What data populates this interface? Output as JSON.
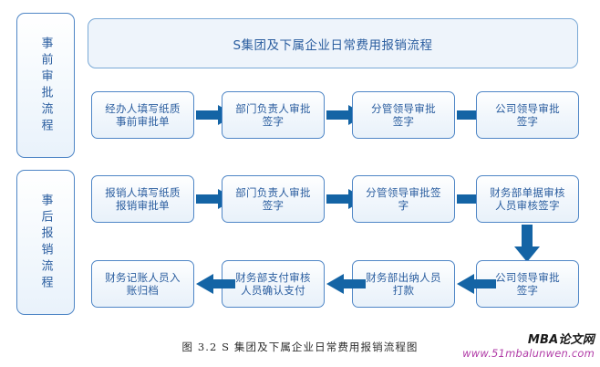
{
  "figure": {
    "caption": "图 3.2 S 集团及下属企业日常费用报销流程图",
    "banner_title": "S集团及下属企业日常费用报销流程"
  },
  "colors": {
    "box_border": "#4f86c6",
    "box_text": "#2a5d9f",
    "box_fill": "#eef4fb",
    "arrow": "#1464a5",
    "caption_text": "#2b2b2b",
    "watermark_url": "#b23ea8"
  },
  "stages": [
    {
      "label": "事前审批流程"
    },
    {
      "label": "事后报销流程"
    }
  ],
  "pre_approval": {
    "steps": [
      {
        "line1": "经办人填写纸质",
        "line2": "事前审批单"
      },
      {
        "line1": "部门负责人审批",
        "line2": "签字"
      },
      {
        "line1": "分管领导审批",
        "line2": "签字"
      },
      {
        "line1": "公司领导审批",
        "line2": "签字"
      }
    ]
  },
  "reimbursement": {
    "row1": [
      {
        "line1": "报销人填写纸质",
        "line2": "报销审批单"
      },
      {
        "line1": "部门负责人审批",
        "line2": "签字"
      },
      {
        "line1": "分管领导审批签",
        "line2": "字"
      },
      {
        "line1": "财务部单据审核",
        "line2": "人员审核签字"
      }
    ],
    "row2": [
      {
        "line1": "财务记账人员入",
        "line2": "账归档"
      },
      {
        "line1": "财务部支付审核",
        "line2": "人员确认支付"
      },
      {
        "line1": "财务部出纳人员",
        "line2": "打款"
      },
      {
        "line1": "公司领导审批",
        "line2": "签字"
      }
    ]
  },
  "watermark": {
    "main": "MBA论文网",
    "url": "www.51mbalunwen.com"
  }
}
